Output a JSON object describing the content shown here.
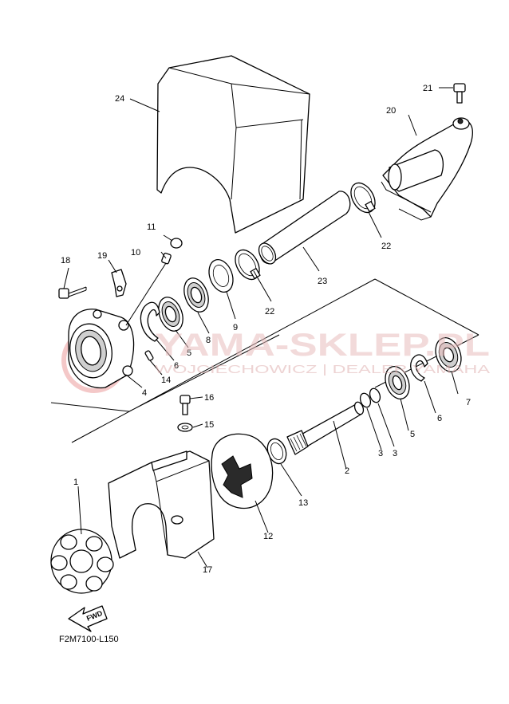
{
  "diagram_code": "F2M7100-L150",
  "fwd_label": "FWD",
  "watermark": {
    "brand": "YAMA-SKLEP.PL",
    "dealer": "WOJCIECHOWICZ | DEALER YAMAHA"
  },
  "callouts": {
    "c1": "1",
    "c2": "2",
    "c3a": "3",
    "c3b": "3",
    "c4": "4",
    "c5a": "5",
    "c5b": "5",
    "c6a": "6",
    "c6b": "6",
    "c7": "7",
    "c8": "8",
    "c9": "9",
    "c10": "10",
    "c11": "11",
    "c12": "12",
    "c13": "13",
    "c14": "14",
    "c15": "15",
    "c16": "16",
    "c17": "17",
    "c18": "18",
    "c19": "19",
    "c20": "20",
    "c21": "21",
    "c22a": "22",
    "c22b": "22",
    "c23": "23",
    "c24": "24"
  }
}
